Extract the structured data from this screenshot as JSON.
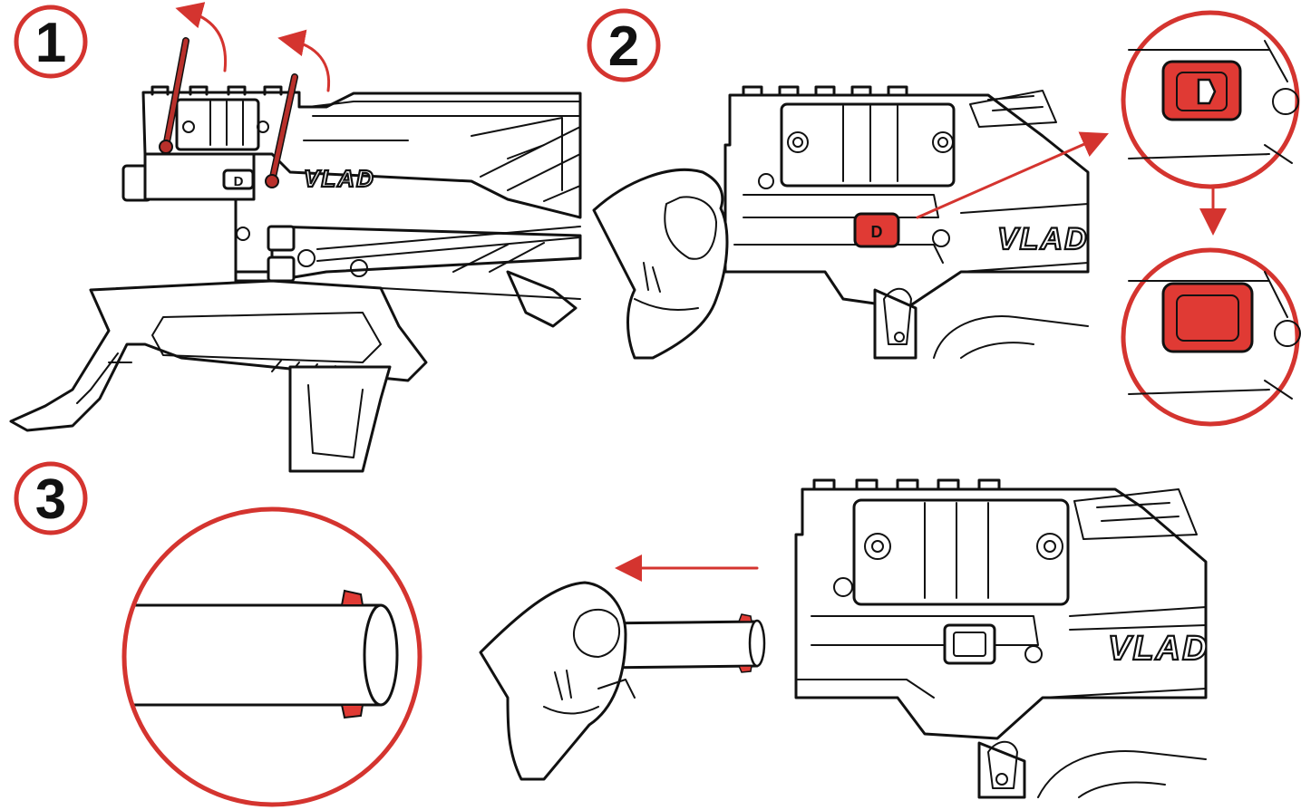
{
  "steps": [
    {
      "number": "1"
    },
    {
      "number": "2"
    },
    {
      "number": "3"
    }
  ],
  "labels": {
    "brand": "VLAD",
    "button_letter": "D"
  },
  "colors": {
    "accent": "#d4342f",
    "button": "#e03a34",
    "line": "#111111"
  },
  "icons": [
    "arrow-icon",
    "hex-screw-icon",
    "hand-icon"
  ]
}
